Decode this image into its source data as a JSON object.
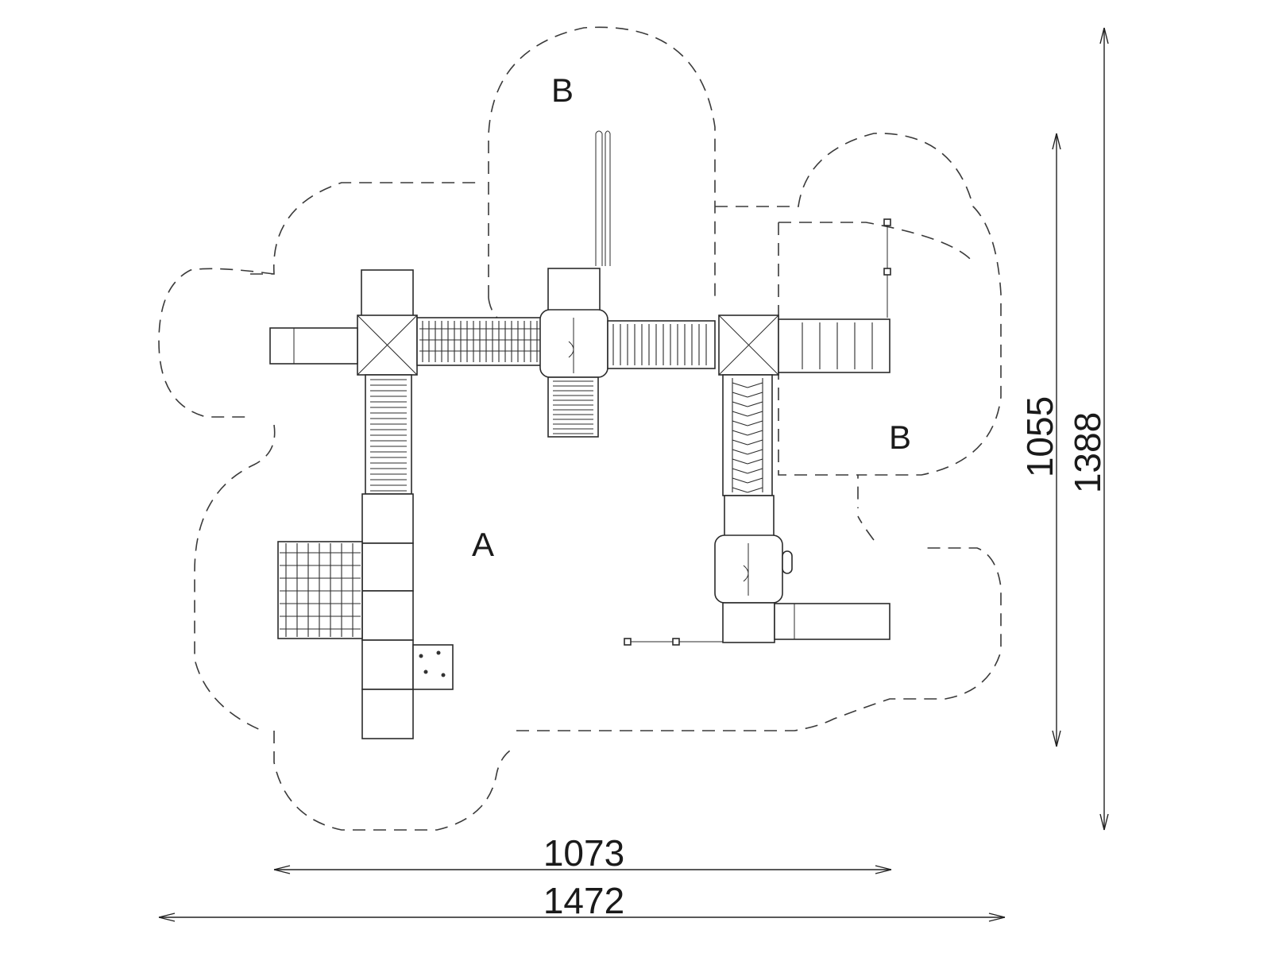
{
  "diagram": {
    "zone_labels": {
      "a": "A",
      "b_top": "B",
      "b_right": "B"
    },
    "dimensions": {
      "inner_width": "1073",
      "outer_width": "1472",
      "inner_height": "1055",
      "outer_height": "1388"
    },
    "colors": {
      "line": "#2b2b2b",
      "background": "#ffffff"
    }
  }
}
